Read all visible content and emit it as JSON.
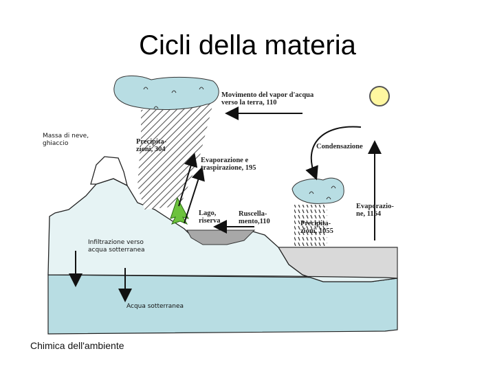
{
  "title": "Cicli della materia",
  "footer": "Chimica dell'ambiente",
  "labels": {
    "vapor_movement_1": "Movimento del vapor d'acqua",
    "vapor_movement_2": "verso la terra, 110",
    "precip_land_1": "Precipita-",
    "precip_land_2": "zioni, 304",
    "snow_ice_1": "Massa di neve,",
    "snow_ice_2": "ghiaccio",
    "condensation": "Condensazione",
    "evapo_transp_1": "Evaporazione e",
    "evapo_transp_2": "traspirazione, 195",
    "lake_1": "Lago,",
    "lake_2": "riserva",
    "runoff_1": "Ruscella-",
    "runoff_2": "mento,110",
    "ocean_evap_1": "Evaporazio-",
    "ocean_evap_2": "ne, 1164",
    "precip_ocean_1": "Precipita-",
    "precip_ocean_2": "zioni, 1055",
    "infiltration_1": "Infiltrazione verso",
    "infiltration_2": "acqua sotterranea",
    "groundwater": "Acqua sotterranea"
  },
  "colors": {
    "cloud": "#b8dde3",
    "land": "#e6f3f4",
    "groundwater": "#b8dde3",
    "lake": "#a8a8a8",
    "ocean": "#d9d9d9",
    "sun": "#fff7a0",
    "tree": "#6cc23c"
  }
}
